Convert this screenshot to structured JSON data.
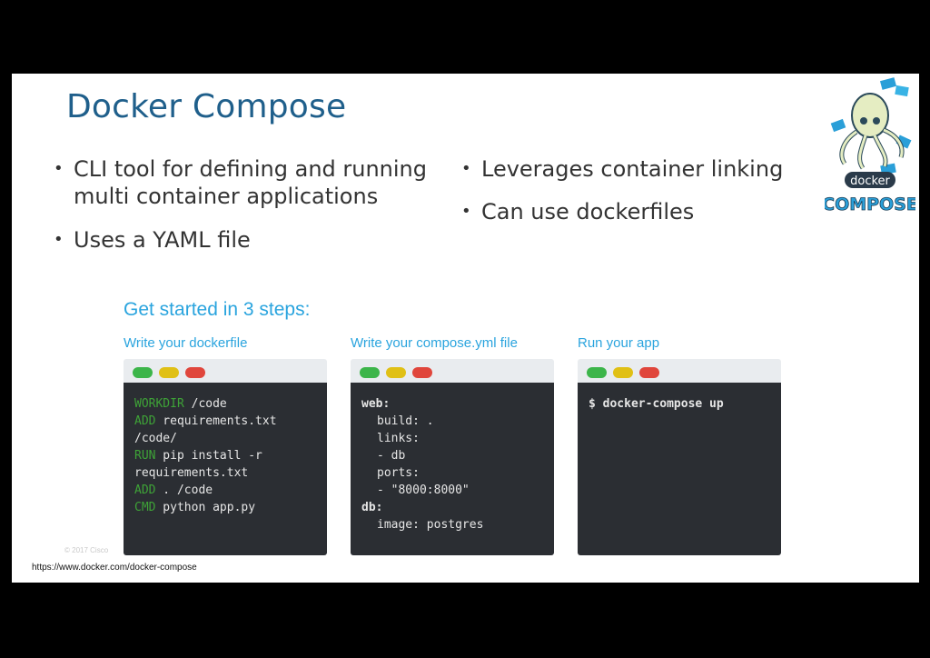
{
  "slide": {
    "title": "Docker Compose",
    "bullets_left": [
      "CLI tool for defining and running multi container applications",
      "Uses a YAML file"
    ],
    "bullets_right": [
      "Leverages container linking",
      "Can use dockerfiles"
    ],
    "bullet_glyph": "•",
    "steps_title": "Get started in 3 steps:",
    "steps": [
      {
        "label": "Write your dockerfile",
        "lines": [
          {
            "kw": "WORKDIR",
            "text": " /code"
          },
          {
            "kw": "ADD",
            "text": " requirements.txt"
          },
          {
            "kw": "",
            "text": "/code/"
          },
          {
            "kw": "RUN",
            "text": " pip install -r"
          },
          {
            "kw": "",
            "text": "requirements.txt"
          },
          {
            "kw": "ADD",
            "text": " . /code"
          },
          {
            "kw": "CMD",
            "text": " python app.py"
          }
        ]
      },
      {
        "label": "Write your compose.yml file",
        "lines": [
          {
            "kw": "",
            "text": "web:",
            "bold": true
          },
          {
            "kw": "",
            "text": "build: .",
            "indent": true
          },
          {
            "kw": "",
            "text": "links:",
            "indent": true
          },
          {
            "kw": "",
            "text": "- db",
            "indent": true
          },
          {
            "kw": "",
            "text": "ports:",
            "indent": true
          },
          {
            "kw": "",
            "text": "- \"8000:8000\"",
            "indent": true
          },
          {
            "kw": "",
            "text": "db:",
            "bold": true
          },
          {
            "kw": "",
            "text": "image: postgres",
            "indent": true
          }
        ]
      },
      {
        "label": "Run your app",
        "lines": [
          {
            "kw": "",
            "text": "$ docker-compose up",
            "bold": true
          }
        ]
      }
    ],
    "copyright": "© 2017 Cisco",
    "url": "https://www.docker.com/docker-compose",
    "logo_text": [
      "docker",
      "COMPOSE"
    ],
    "colors": {
      "title": "#1f5f8b",
      "accent": "#2aa4de",
      "terminal_bg": "#2b2e33",
      "keyword": "#3ea337",
      "light_green": "#3cb54a",
      "light_yellow": "#e0c015",
      "light_red": "#e0463c"
    }
  }
}
